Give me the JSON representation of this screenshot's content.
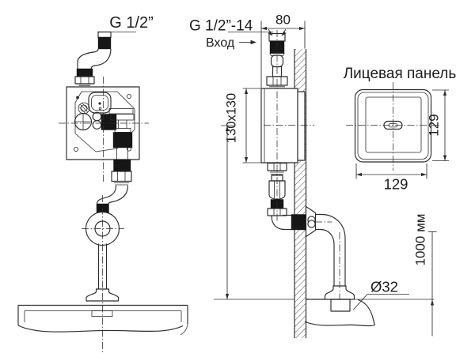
{
  "labels": {
    "front_thread": "G 1/2”",
    "side_thread": "G 1/2”-14",
    "inlet": "Вход",
    "dim_depth_mm": "80",
    "dim_box_mm": "130x130",
    "dim_height_mm": "1000 мм",
    "dim_outlet_diameter": "Ø32",
    "panel_title": "Лицевая панель",
    "dim_panel_width_mm": "129",
    "dim_panel_height_mm": "129"
  },
  "colors": {
    "line": "#2b2b2b",
    "text": "#1c1c1c",
    "solid_fill": "#161616",
    "background": "#ffffff"
  }
}
